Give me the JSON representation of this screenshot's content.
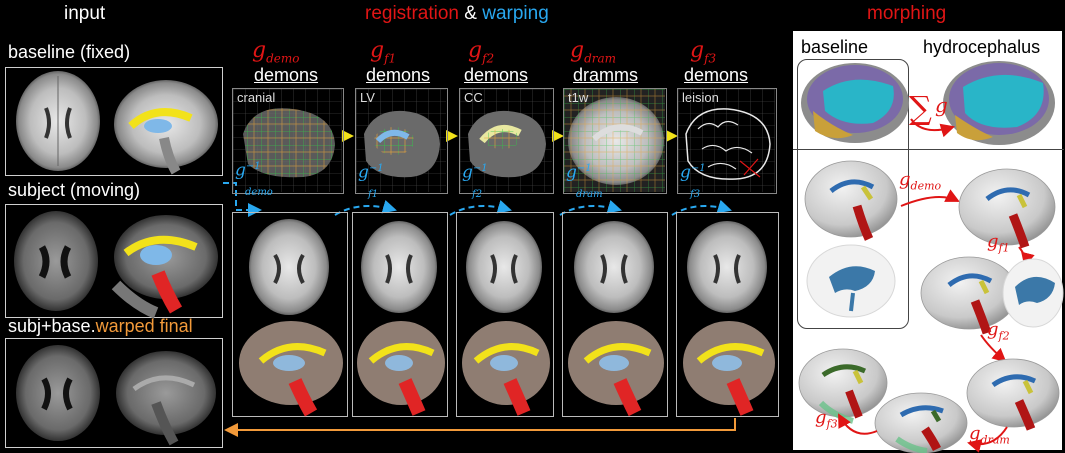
{
  "header": {
    "input": "input",
    "registration": "registration",
    "amp": " & ",
    "warping": "warping",
    "morphing": "morphing"
  },
  "left": {
    "baseline_label": "baseline (fixed)",
    "subject_label": "subject (moving)",
    "final_label_a": "subj+base.",
    "final_label_b": "warped final"
  },
  "columns": [
    {
      "g": "g",
      "g_sub": "demo",
      "method": "demons",
      "tag": "cranial",
      "inv": "g",
      "inv_sub": "demo"
    },
    {
      "g": "g",
      "g_sub": "f1",
      "method": "demons",
      "tag": "LV",
      "inv": "g",
      "inv_sub": "f1"
    },
    {
      "g": "g",
      "g_sub": "f2",
      "method": "demons",
      "tag": "CC",
      "inv": "g",
      "inv_sub": "f2"
    },
    {
      "g": "g",
      "g_sub": "dram",
      "method": "dramms",
      "tag": "t1w",
      "inv": "g",
      "inv_sub": "dram"
    },
    {
      "g": "g",
      "g_sub": "f3",
      "method": "demons",
      "tag": "leision",
      "inv": "g",
      "inv_sub": "f3"
    }
  ],
  "inv_sup": "−1",
  "right": {
    "baseline": "baseline",
    "hydrocephalus": "hydrocephalus",
    "sum": "∑",
    "sum_g": "g",
    "seq": [
      {
        "g": "g",
        "sub": "demo"
      },
      {
        "g": "g",
        "sub": "f1"
      },
      {
        "g": "g",
        "sub": "f2"
      },
      {
        "g": "g",
        "sub": "dram"
      },
      {
        "g": "g",
        "sub": "f3"
      }
    ]
  },
  "colors": {
    "red": "#e01515",
    "blue": "#29a8f0",
    "orange": "#f29a3a",
    "yellow": "#f2e21a"
  }
}
